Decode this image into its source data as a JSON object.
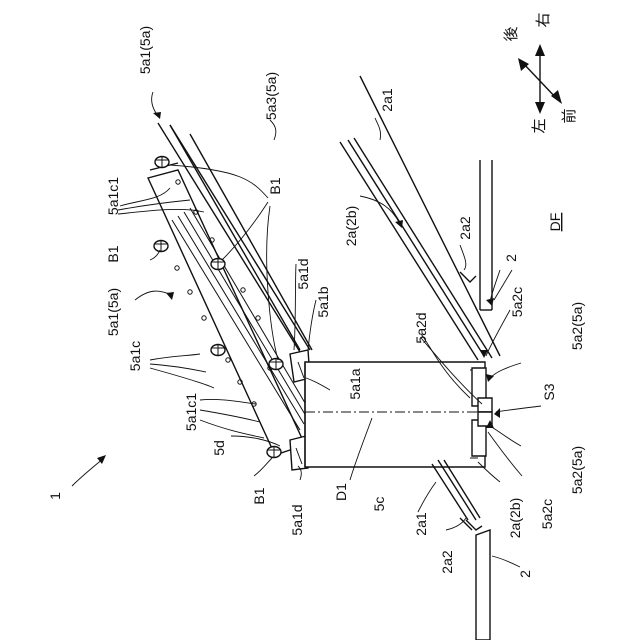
{
  "figure_number": "1",
  "labels": {
    "5a1_5a_top": "5a1(5a)",
    "5a3_5a": "5a3(5a)",
    "2a1_top": "2a1",
    "5a1c1_top": "5a1c1",
    "B1_right": "B1",
    "B1_left": "B1",
    "5a1_5a_left": "5a1(5a)",
    "2a_2b_top": "2a(2b)",
    "2a2_top": "2a2",
    "2_top": "2",
    "DF": "DF",
    "5a1d_top": "5a1d",
    "5a1b": "5a1b",
    "5a1c": "5a1c",
    "5a2d": "5a2d",
    "5a2c_top": "5a2c",
    "5a2_5a_top": "5a2(5a)",
    "5a1a": "5a1a",
    "5a1c1_bottom": "5a1c1",
    "S3": "S3",
    "5d": "5d",
    "D1": "D1",
    "5a2_5a_bottom": "5a2(5a)",
    "B1_bottom": "B1",
    "5c": "5c",
    "2a_2b_bottom": "2a(2b)",
    "5a2c_bottom": "5a2c",
    "5a1d_bottom": "5a1d",
    "2a1_bottom": "2a1",
    "2a2_bottom": "2a2",
    "2_bottom": "2"
  },
  "orientation": {
    "back": "後",
    "right": "右",
    "left": "左",
    "front": "前"
  }
}
